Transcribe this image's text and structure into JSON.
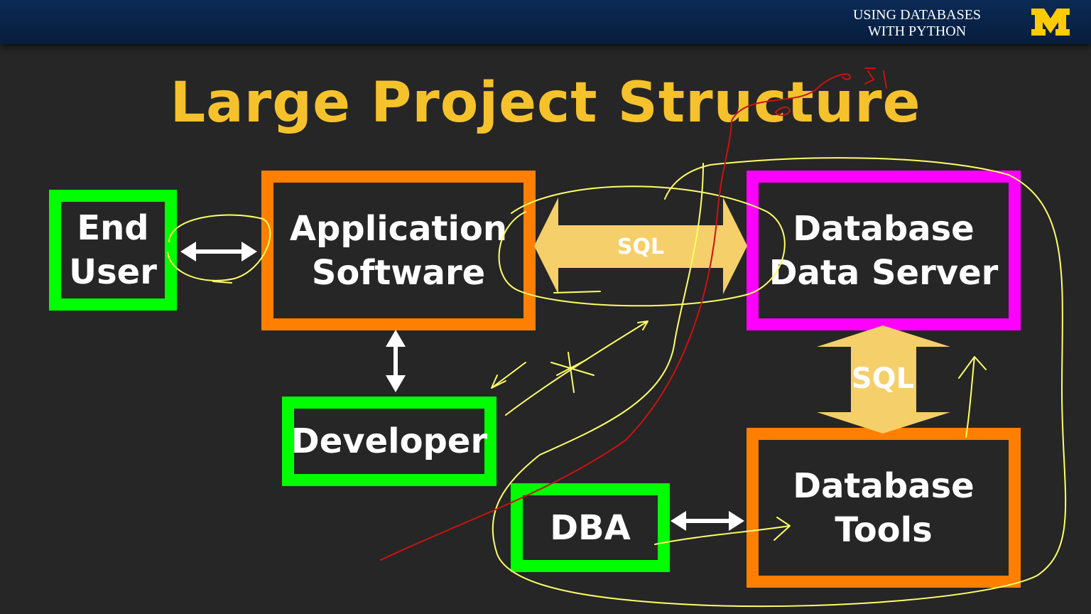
{
  "header": {
    "course_line1": "USING DATABASES",
    "course_line2": "WITH PYTHON",
    "logo_text": "M"
  },
  "slide": {
    "title": "Large Project Structure"
  },
  "boxes": {
    "end_user": {
      "line1": "End",
      "line2": "User"
    },
    "application_software": {
      "line1": "Application",
      "line2": "Software"
    },
    "database_data_server": {
      "line1": "Database",
      "line2": "Data Server"
    },
    "developer": {
      "line1": "Developer"
    },
    "dba": {
      "line1": "DBA"
    },
    "database_tools": {
      "line1": "Database",
      "line2": "Tools"
    }
  },
  "arrows": {
    "app_to_server_label": "SQL",
    "tools_to_server_label": "SQL"
  },
  "colors": {
    "background": "#262626",
    "title": "#f5c22c",
    "green_box": "#00ff00",
    "orange_box": "#ff7f00",
    "magenta_box": "#ff00ff",
    "sql_arrow": "#f5cf6a",
    "annotation_yellow": "#ffff66",
    "annotation_red": "#cc1111"
  }
}
